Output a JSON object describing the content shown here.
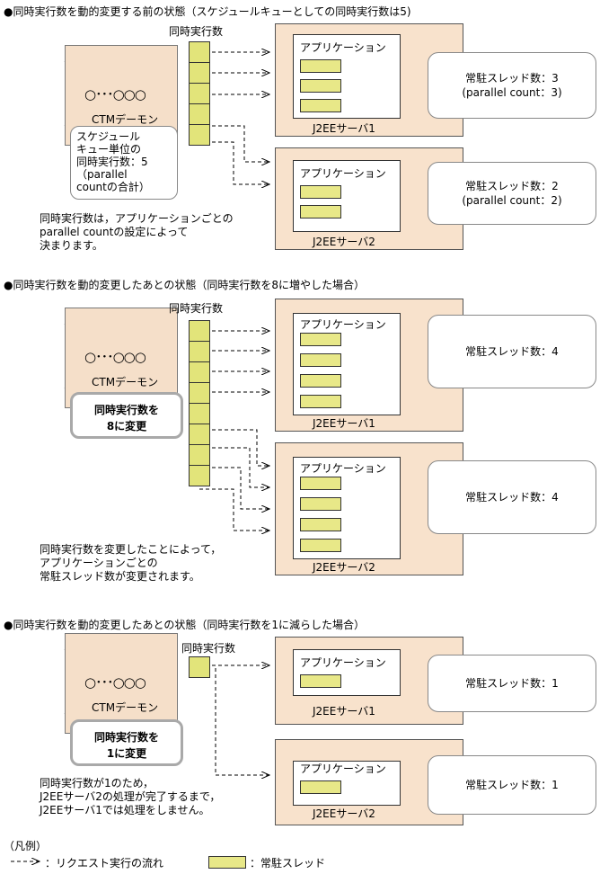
{
  "colors": {
    "daemon_bg": "#f5dfc9",
    "server_bg": "#f8e2cc",
    "thread": "#e8e888",
    "queue": "#e2e47a",
    "app_depth": "#a8d0f0"
  },
  "common": {
    "concurrency_label": "同時実行数",
    "daemon_label": "CTMデーモン",
    "app_label": "アプリケーション",
    "server1": "J2EEサーバ1",
    "server2": "J2EEサーバ2",
    "circles": "○･･･○○○"
  },
  "section1": {
    "heading": "●同時実行数を動的変更する前の状態（スケジュールキューとしての同時実行数は5)",
    "callout": "スケジュール\nキュー単位の\n同時実行数：5\n（parallel\ncountの合計）",
    "note": "同時実行数は，アプリケーションごとの\nparallel countの設定によって\n決まります。",
    "server1_threads": "常駐スレッド数：3\n(parallel count：3)",
    "server2_threads": "常駐スレッド数：2\n(parallel count：2)"
  },
  "section2": {
    "heading": "●同時実行数を動的変更したあとの状態（同時実行数を8に増やした場合）",
    "callout": "同時実行数を\n8に変更",
    "note": "同時実行数を変更したことによって，\nアプリケーションごとの\n常駐スレッド数が変更されます。",
    "server1_threads": "常駐スレッド数：4",
    "server2_threads": "常駐スレッド数：4"
  },
  "section3": {
    "heading": "●同時実行数を動的変更したあとの状態（同時実行数を1に減らした場合）",
    "callout": "同時実行数を\n1に変更",
    "note": "同時実行数が1のため，\nJ2EEサーバ2の処理が完了するまで，\nJ2EEサーバ1では処理をしません。",
    "server1_threads": "常駐スレッド数：1",
    "server2_threads": "常駐スレッド数：1"
  },
  "legend": {
    "title": "（凡例）",
    "arrow_symbol": "--->",
    "arrow_text": "：リクエスト実行の流れ",
    "thread_text": "：常駐スレッド"
  }
}
